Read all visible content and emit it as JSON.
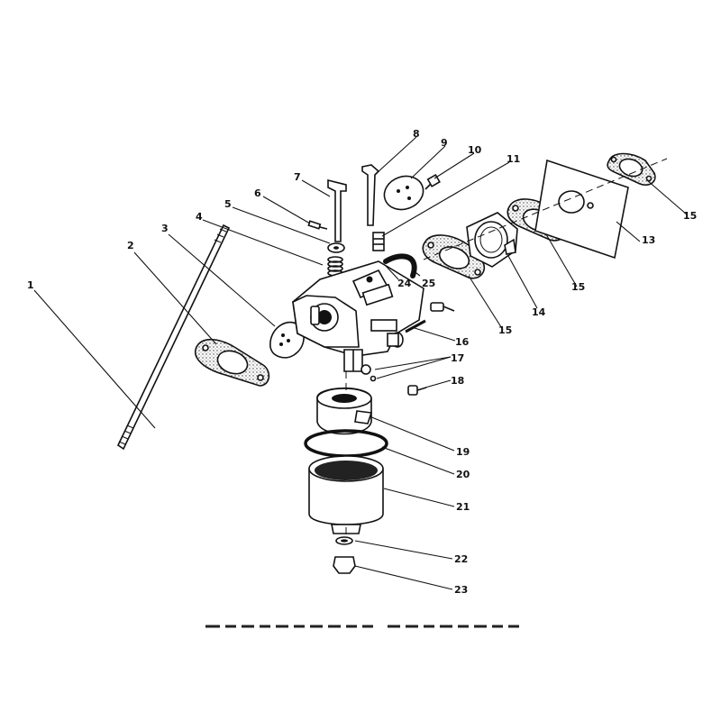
{
  "colors": {
    "ink": "#111111",
    "paper": "#ffffff",
    "gasket_fill": "#dcdcdc"
  },
  "callouts": [
    {
      "id": "1",
      "text": "1"
    },
    {
      "id": "2",
      "text": "2"
    },
    {
      "id": "3",
      "text": "3"
    },
    {
      "id": "4",
      "text": "4"
    },
    {
      "id": "5",
      "text": "5"
    },
    {
      "id": "6",
      "text": "6"
    },
    {
      "id": "7",
      "text": "7"
    },
    {
      "id": "8",
      "text": "8"
    },
    {
      "id": "9",
      "text": "9"
    },
    {
      "id": "10",
      "text": "10"
    },
    {
      "id": "11",
      "text": "11"
    },
    {
      "id": "13",
      "text": "13"
    },
    {
      "id": "14",
      "text": "14"
    },
    {
      "id": "15a",
      "text": "15"
    },
    {
      "id": "15b",
      "text": "15"
    },
    {
      "id": "15c",
      "text": "15"
    },
    {
      "id": "16",
      "text": "16"
    },
    {
      "id": "17",
      "text": "17"
    },
    {
      "id": "18",
      "text": "18"
    },
    {
      "id": "19",
      "text": "19"
    },
    {
      "id": "20",
      "text": "20"
    },
    {
      "id": "21",
      "text": "21"
    },
    {
      "id": "22",
      "text": "22"
    },
    {
      "id": "23",
      "text": "23"
    },
    {
      "id": "24",
      "text": "24"
    },
    {
      "id": "25",
      "text": "25"
    }
  ]
}
